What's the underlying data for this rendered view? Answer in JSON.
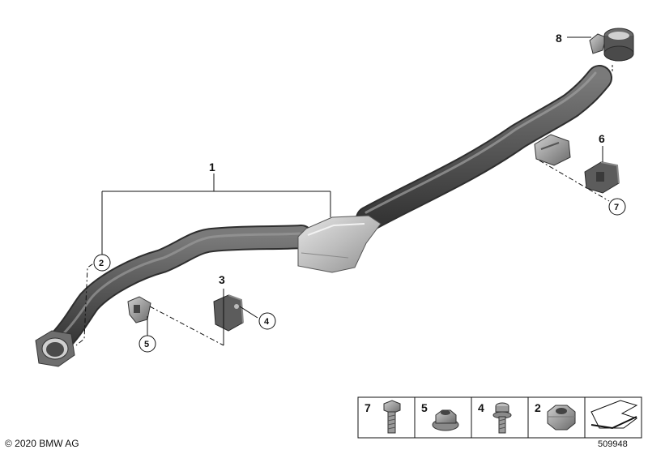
{
  "diagram": {
    "callouts": {
      "assembly": "1",
      "gasket_ref": "2",
      "bracket": "3",
      "nut_ref_left": "4",
      "flange_nut_left": "5",
      "rear_hanger": "6",
      "rear_bolt_ref": "7",
      "clamp": "8"
    },
    "parts_table": [
      {
        "number": "7",
        "part": "bolt"
      },
      {
        "number": "5",
        "part": "flange-nut"
      },
      {
        "number": "4",
        "part": "screw"
      },
      {
        "number": "2",
        "part": "hex-nut"
      }
    ],
    "copyright": "© 2020 BMW AG",
    "document_number": "509948",
    "colors": {
      "pipe": "#4a4a4a",
      "pipe_highlight": "#8a8a8a",
      "catalyst": "#bdbdbd",
      "hardware": "#9a9a9a",
      "line": "#111111"
    }
  }
}
